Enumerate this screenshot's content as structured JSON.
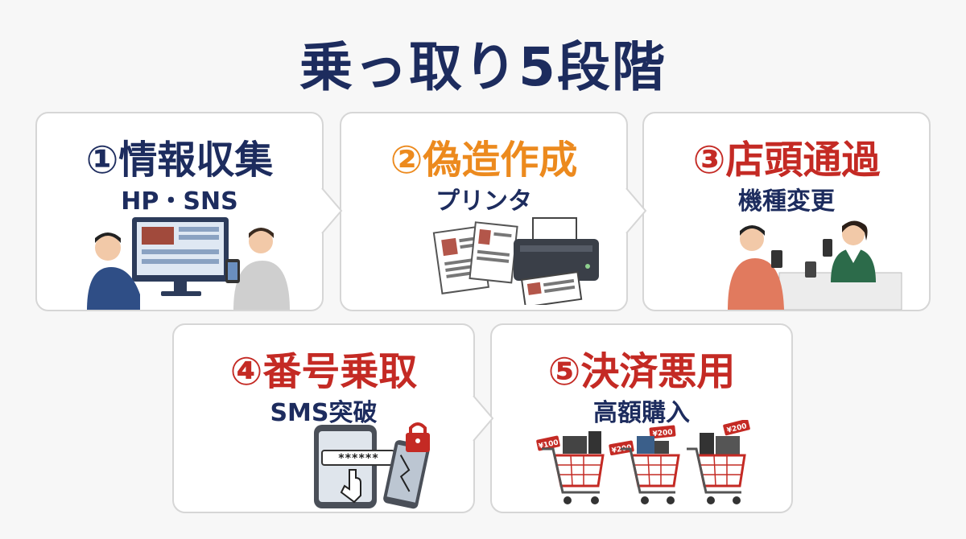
{
  "title": "乗っ取り5段階",
  "steps": [
    {
      "label": "①情報収集",
      "sub": "HP・SNS",
      "color": "#1d2c5e"
    },
    {
      "label": "②偽造作成",
      "sub": "プリンタ",
      "color": "#ec8a1e"
    },
    {
      "label": "③店頭通過",
      "sub": "機種変更",
      "color": "#c42a24"
    },
    {
      "label": "④番号乗取",
      "sub": "SMS突破",
      "color": "#c42a24"
    },
    {
      "label": "⑤決済悪用",
      "sub": "高額購入",
      "color": "#c42a24"
    }
  ],
  "icons": [
    "computer-user-icon",
    "printer-documents-icon",
    "shop-counter-icon",
    "phone-lock-icon",
    "shopping-cart-icon"
  ],
  "sms_code": "******",
  "price_tags": [
    "¥100",
    "¥200",
    "¥200",
    "¥200"
  ]
}
